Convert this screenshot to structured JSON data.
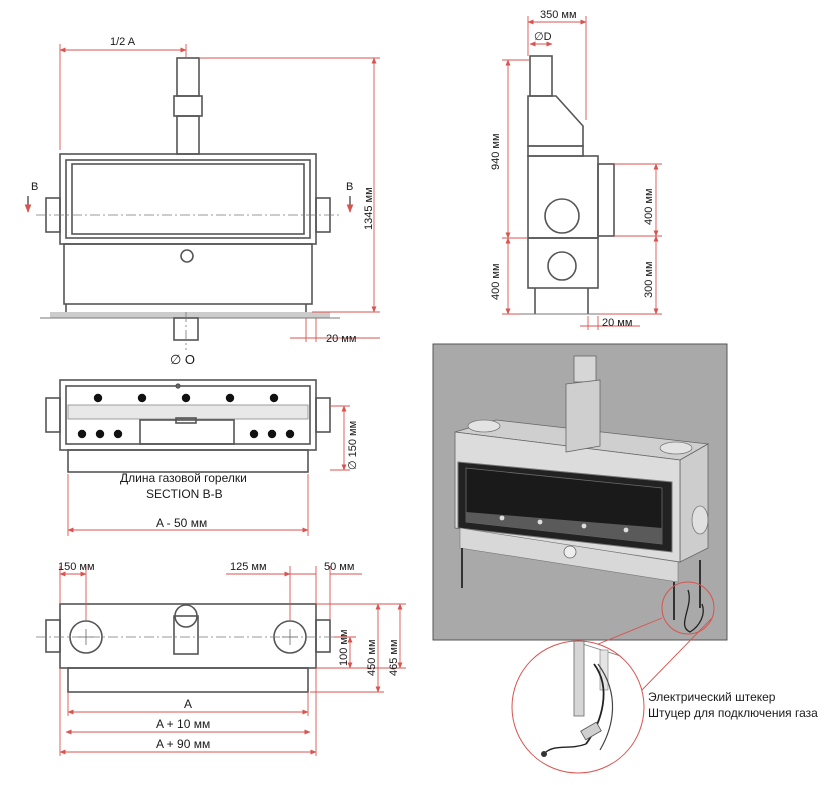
{
  "labels": {
    "half_a": "1/2 A",
    "section_mark": "B",
    "height_1345": "1345 мм",
    "offset_20_front": "20 мм",
    "gas_dia": "∅ O",
    "width_350": "350 мм",
    "flue_dia": "∅D",
    "height_940": "940 мм",
    "height_400_vent": "400 мм",
    "height_400_leg": "400 мм",
    "height_300": "300 мм",
    "offset_20_side": "20 мм",
    "dia_150": "∅ 150 мм",
    "burner_length": "Длина газовой горелки",
    "section_title": "SECTION B-B",
    "a_minus_50": "A - 50 мм",
    "dim_150": "150 мм",
    "dim_125": "125 мм",
    "dim_50": "50 мм",
    "dim_100": "100 мм",
    "dim_450": "450 мм",
    "dim_465": "465 мм",
    "dim_a": "A",
    "a_plus_10": "A + 10 мм",
    "a_plus_90": "A + 90 мм",
    "electric_plug": "Электрический штекер",
    "gas_fitting": "Штуцер для подключения газа"
  },
  "colors": {
    "line": "#555555",
    "dimension": "#d9534f",
    "photo_frame": "#a9a9a9"
  }
}
